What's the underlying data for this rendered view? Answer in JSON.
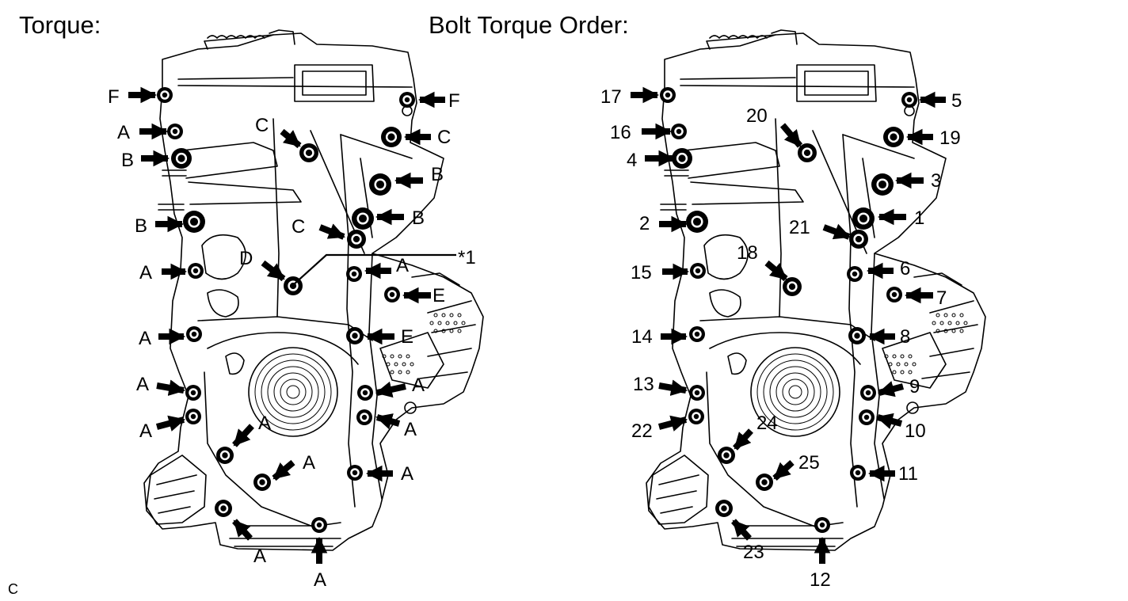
{
  "titles": {
    "torque": "Torque:",
    "order": "Bolt Torque Order:",
    "code": "C"
  },
  "callout": "*1",
  "left_labels": [
    {
      "id": "l1",
      "text": "F"
    },
    {
      "id": "l2",
      "text": "F"
    },
    {
      "id": "l3",
      "text": "A"
    },
    {
      "id": "l4",
      "text": "C"
    },
    {
      "id": "l5",
      "text": "C"
    },
    {
      "id": "l6",
      "text": "B"
    },
    {
      "id": "l7",
      "text": "B"
    },
    {
      "id": "l8",
      "text": "B"
    },
    {
      "id": "l9",
      "text": "B"
    },
    {
      "id": "l10",
      "text": "C"
    },
    {
      "id": "l11",
      "text": "D"
    },
    {
      "id": "l12",
      "text": "A"
    },
    {
      "id": "l13",
      "text": "A"
    },
    {
      "id": "l14",
      "text": "E"
    },
    {
      "id": "l15",
      "text": "A"
    },
    {
      "id": "l16",
      "text": "E"
    },
    {
      "id": "l17",
      "text": "A"
    },
    {
      "id": "l18",
      "text": "A"
    },
    {
      "id": "l19",
      "text": "A"
    },
    {
      "id": "l20",
      "text": "A"
    },
    {
      "id": "l21",
      "text": "A"
    },
    {
      "id": "l22",
      "text": "A"
    },
    {
      "id": "l23",
      "text": "A"
    },
    {
      "id": "l24",
      "text": "A"
    },
    {
      "id": "l25",
      "text": "A"
    }
  ],
  "right_labels": [
    {
      "id": "r1",
      "text": "17"
    },
    {
      "id": "r2",
      "text": "5"
    },
    {
      "id": "r3",
      "text": "16"
    },
    {
      "id": "r4",
      "text": "20"
    },
    {
      "id": "r5",
      "text": "19"
    },
    {
      "id": "r6",
      "text": "4"
    },
    {
      "id": "r7",
      "text": "3"
    },
    {
      "id": "r8",
      "text": "1"
    },
    {
      "id": "r9",
      "text": "2"
    },
    {
      "id": "r10",
      "text": "21"
    },
    {
      "id": "r11",
      "text": "18"
    },
    {
      "id": "r12",
      "text": "15"
    },
    {
      "id": "r13",
      "text": "6"
    },
    {
      "id": "r14",
      "text": "7"
    },
    {
      "id": "r15",
      "text": "14"
    },
    {
      "id": "r16",
      "text": "8"
    },
    {
      "id": "r17",
      "text": "13"
    },
    {
      "id": "r18",
      "text": "9"
    },
    {
      "id": "r19",
      "text": "22"
    },
    {
      "id": "r20",
      "text": "10"
    },
    {
      "id": "r21",
      "text": "24"
    },
    {
      "id": "r22",
      "text": "25"
    },
    {
      "id": "r23",
      "text": "11"
    },
    {
      "id": "r24",
      "text": "23"
    },
    {
      "id": "r25",
      "text": "12"
    }
  ]
}
